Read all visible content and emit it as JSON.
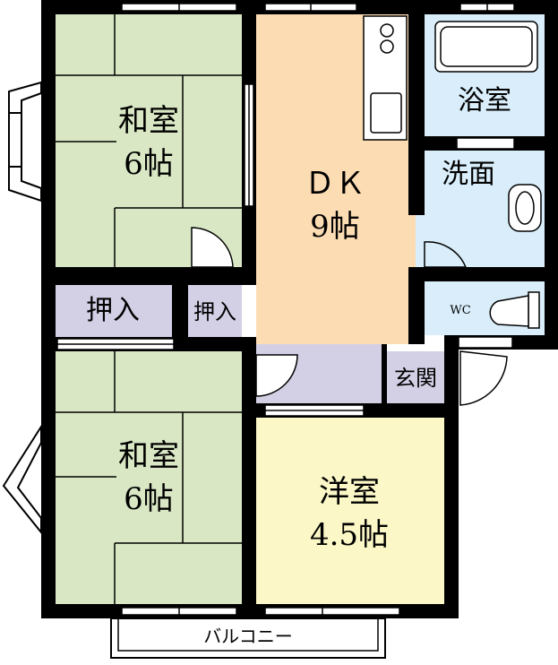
{
  "colors": {
    "wall": "#000000",
    "tatami": "#d9e7c4",
    "dk": "#fcdcb3",
    "yoshitsu": "#fbf7c6",
    "wet": "#d9eefa",
    "storage": "#d3d0e6",
    "hall": "#d3d0e6",
    "fixture": "#ffffff"
  },
  "rooms": {
    "washitsu_top": {
      "name": "和室",
      "size": "6帖"
    },
    "dk": {
      "name": "ＤＫ",
      "size": "9帖"
    },
    "bath": {
      "name": "浴室"
    },
    "washroom": {
      "name": "洗面"
    },
    "toilet": {
      "name": "WC"
    },
    "oshiire_large": {
      "name": "押入"
    },
    "oshiire_small": {
      "name": "押入"
    },
    "entrance": {
      "name": "玄関"
    },
    "washitsu_bottom": {
      "name": "和室",
      "size": "6帖"
    },
    "yoshitsu": {
      "name": "洋室",
      "size": "4.5帖"
    },
    "balcony": {
      "name": "バルコニー"
    }
  }
}
